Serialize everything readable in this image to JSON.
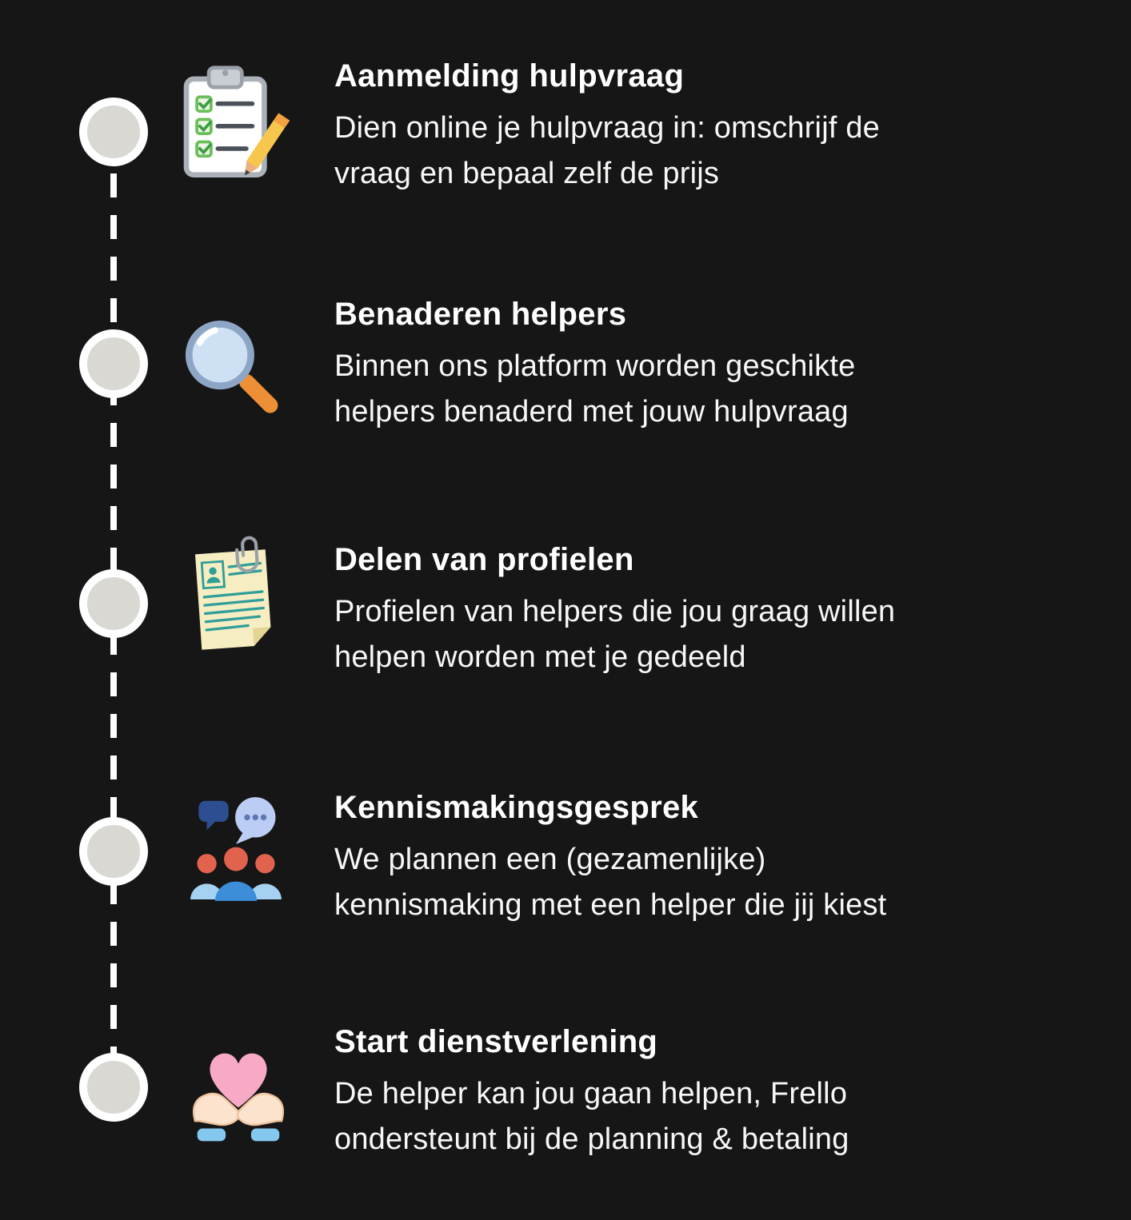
{
  "page": {
    "background_color": "#161616",
    "connector_color": "#ffffff",
    "node_fill_color": "#d9d8d2",
    "node_ring_color": "#ffffff",
    "title_color": "#ffffff",
    "body_color": "#f7f7f5"
  },
  "timeline": {
    "steps": [
      {
        "icon": "clipboard-checklist-icon",
        "title": "Aanmelding hulpvraag",
        "line1": "Dien online je hulpvraag in: omschrijf de",
        "line2": "vraag en bepaal zelf de prijs"
      },
      {
        "icon": "magnifier-icon",
        "title": "Benaderen helpers",
        "line1": "Binnen ons platform worden geschikte",
        "line2": "helpers benaderd met jouw hulpvraag"
      },
      {
        "icon": "profile-document-icon",
        "title": "Delen van profielen",
        "line1": "Profielen van helpers die jou graag willen",
        "line2": "helpen worden met je gedeeld"
      },
      {
        "icon": "group-chat-icon",
        "title": "Kennismakingsgesprek",
        "line1": "We plannen een (gezamenlijke)",
        "line2": "kennismaking met een helper die jij kiest"
      },
      {
        "icon": "hands-heart-icon",
        "title": "Start dienstverlening",
        "line1": "De helper kan jou gaan helpen, Frello",
        "line2": "ondersteunt bij de planning & betaling"
      }
    ]
  }
}
